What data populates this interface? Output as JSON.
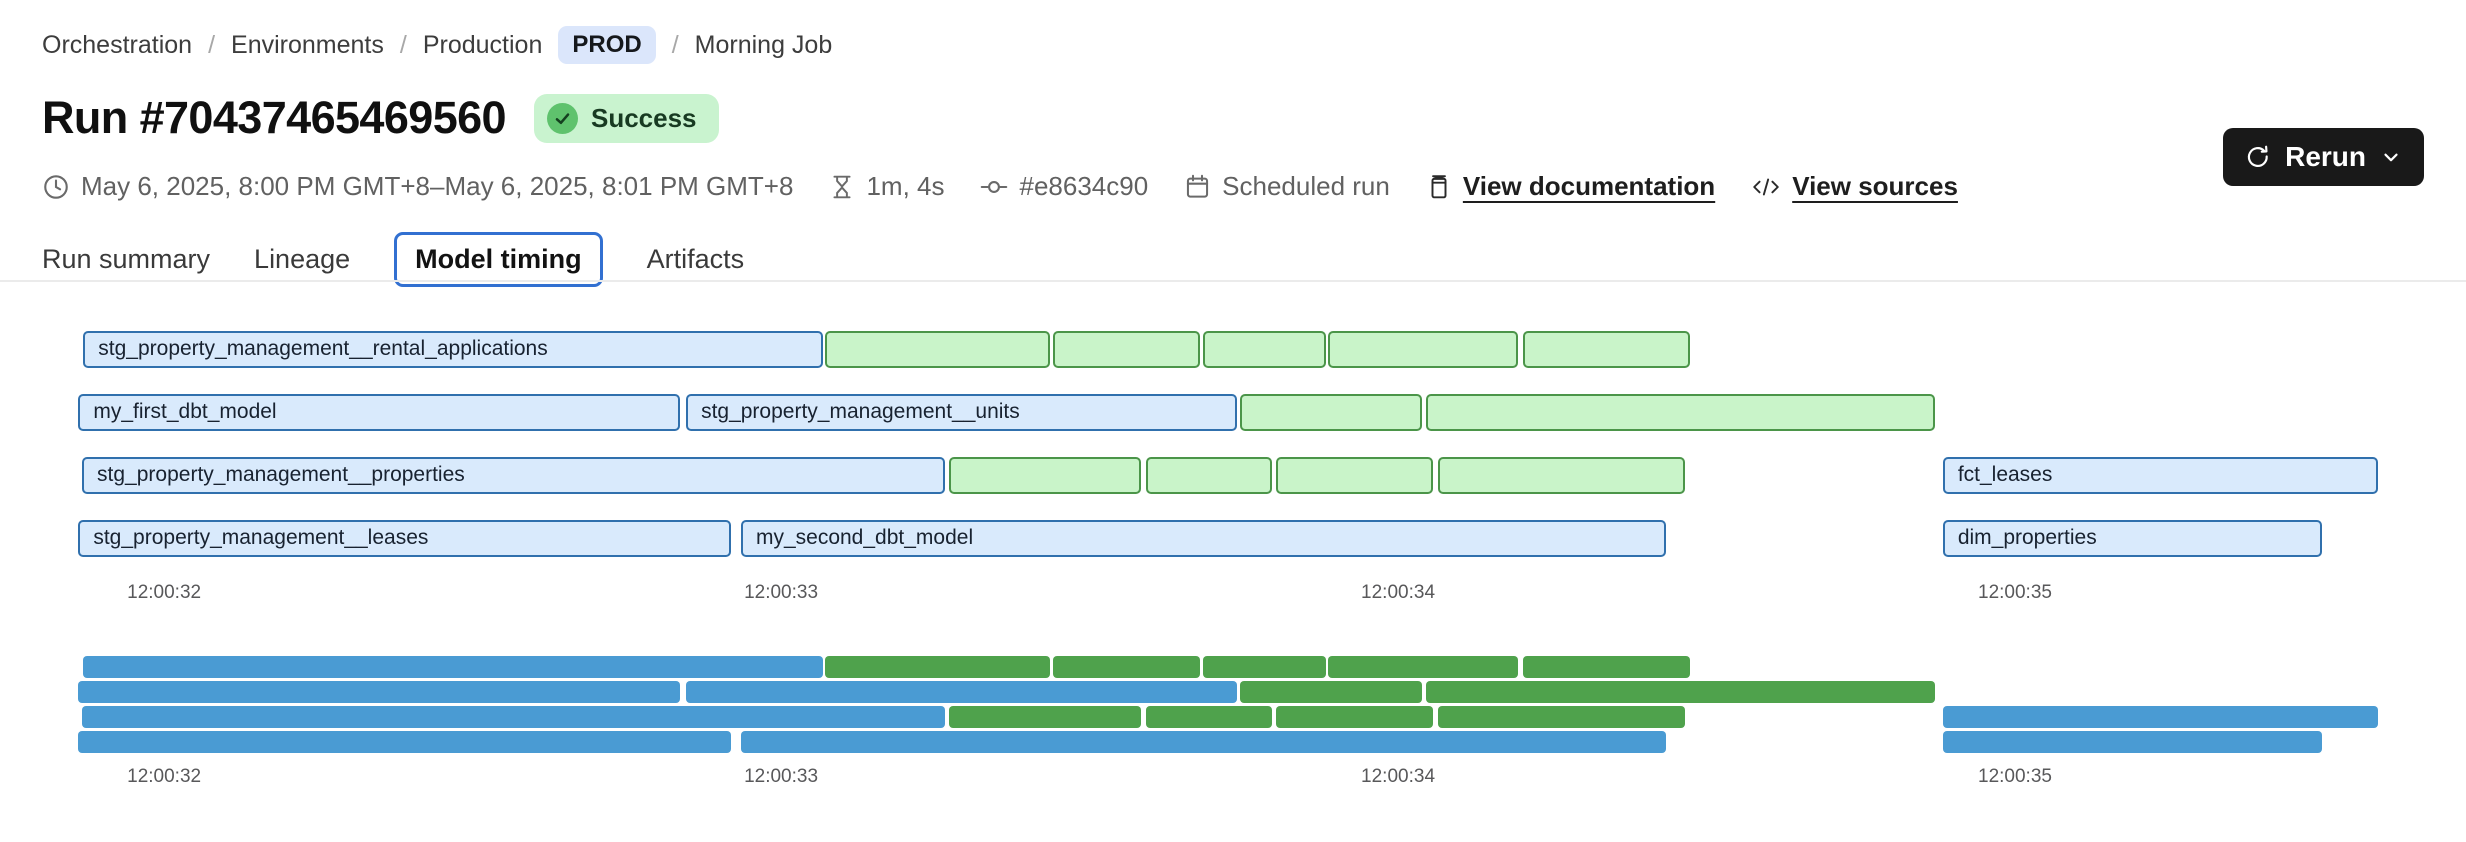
{
  "breadcrumb": {
    "items": [
      {
        "label": "Orchestration"
      },
      {
        "label": "Environments"
      },
      {
        "label": "Production"
      },
      {
        "label": "Morning Job"
      }
    ],
    "env_badge": "PROD",
    "separator": "/"
  },
  "header": {
    "title": "Run #70437465469560",
    "status": "Success",
    "rerun_label": "Rerun"
  },
  "meta": {
    "date_range": "May 6, 2025, 8:00 PM GMT+8–May 6, 2025, 8:01 PM GMT+8",
    "duration": "1m, 4s",
    "commit": "#e8634c90",
    "trigger": "Scheduled run",
    "docs_link": "View documentation",
    "sources_link": "View sources"
  },
  "tabs": {
    "items": [
      {
        "label": "Run summary"
      },
      {
        "label": "Lineage"
      },
      {
        "label": "Model timing",
        "active": true
      },
      {
        "label": "Artifacts"
      }
    ]
  },
  "colors": {
    "accent_blue": "#3270d1",
    "badge_green_bg": "#c9f3cf",
    "badge_green_circle": "#5fc26d",
    "env_badge_bg": "#dbe6fb",
    "gantt_blue_fill": "#d9eafc",
    "gantt_blue_border": "#3070ad",
    "gantt_green_fill": "#c9f4c9",
    "gantt_green_border": "#4b9549",
    "minimap_blue": "#4a9bd3",
    "minimap_green": "#4fa24c",
    "rerun_bg": "#191919"
  },
  "chart_data": {
    "type": "gantt",
    "title": "Model timing",
    "time_axis": {
      "ticks": [
        "12:00:32",
        "12:00:33",
        "12:00:34",
        "12:00:35"
      ],
      "tick_seconds": [
        32,
        33,
        34,
        35
      ],
      "x_domain_seconds": [
        31.734,
        35.731
      ]
    },
    "rows": [
      {
        "bars": [
          {
            "label": "stg_property_management__rental_applications",
            "start": 31.869,
            "end": 33.068,
            "color": "blue"
          },
          {
            "label": "",
            "start": 33.071,
            "end": 33.436,
            "color": "green"
          },
          {
            "label": "",
            "start": 33.441,
            "end": 33.679,
            "color": "green"
          },
          {
            "label": "",
            "start": 33.684,
            "end": 33.883,
            "color": "green"
          },
          {
            "label": "",
            "start": 33.887,
            "end": 34.195,
            "color": "green"
          },
          {
            "label": "",
            "start": 34.203,
            "end": 34.473,
            "color": "green"
          }
        ]
      },
      {
        "bars": [
          {
            "label": "my_first_dbt_model",
            "start": 31.861,
            "end": 32.836,
            "color": "blue"
          },
          {
            "label": "stg_property_management__units",
            "start": 32.846,
            "end": 33.739,
            "color": "blue"
          },
          {
            "label": "",
            "start": 33.744,
            "end": 34.039,
            "color": "green"
          },
          {
            "label": "",
            "start": 34.045,
            "end": 34.87,
            "color": "green"
          }
        ]
      },
      {
        "bars": [
          {
            "label": "stg_property_management__properties",
            "start": 31.867,
            "end": 33.266,
            "color": "blue"
          },
          {
            "label": "",
            "start": 33.272,
            "end": 33.583,
            "color": "green"
          },
          {
            "label": "",
            "start": 33.592,
            "end": 33.796,
            "color": "green"
          },
          {
            "label": "",
            "start": 33.802,
            "end": 34.057,
            "color": "green"
          },
          {
            "label": "",
            "start": 34.065,
            "end": 34.465,
            "color": "green"
          },
          {
            "label": "fct_leases",
            "start": 34.883,
            "end": 35.588,
            "color": "blue"
          }
        ]
      },
      {
        "bars": [
          {
            "label": "stg_property_management__leases",
            "start": 31.861,
            "end": 32.919,
            "color": "blue"
          },
          {
            "label": "my_second_dbt_model",
            "start": 32.935,
            "end": 34.434,
            "color": "blue"
          },
          {
            "label": "dim_properties",
            "start": 34.883,
            "end": 35.498,
            "color": "blue"
          }
        ]
      }
    ],
    "layout": {
      "minimap_mirrors_rows": true,
      "grid": false,
      "legend": false
    }
  }
}
